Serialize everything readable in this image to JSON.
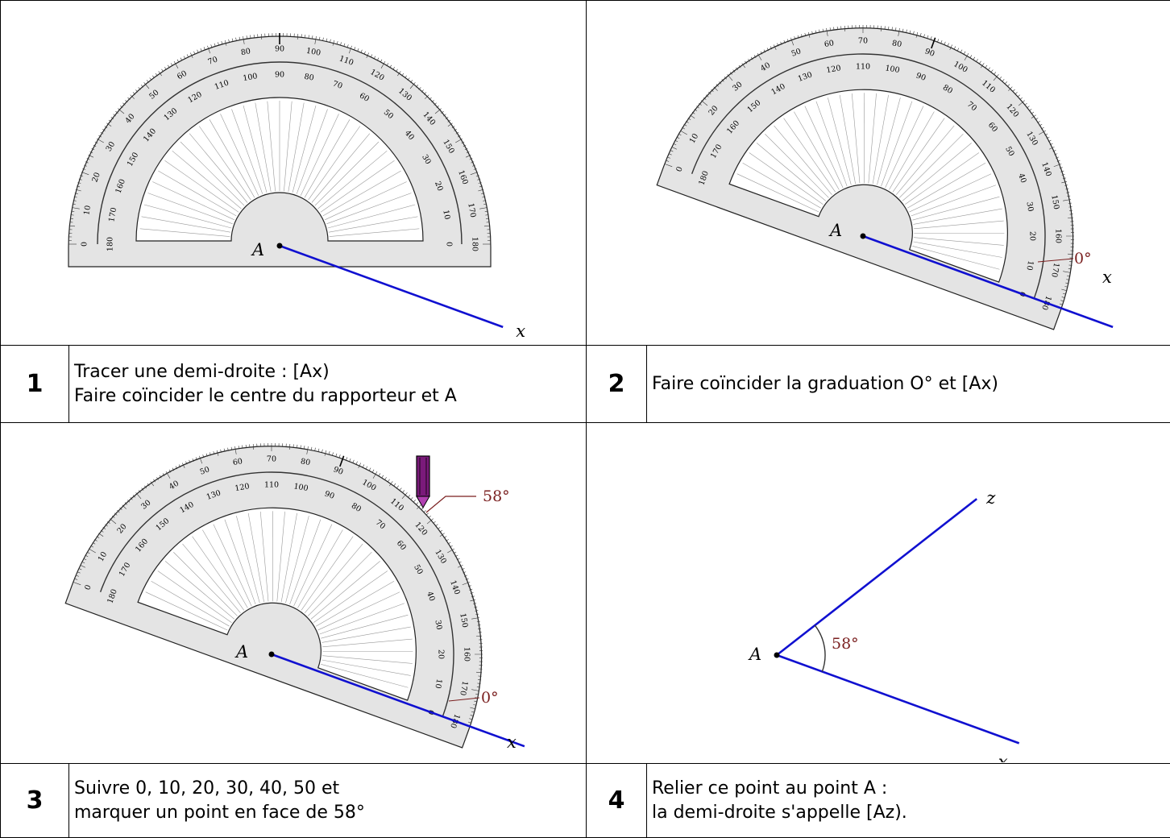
{
  "steps": [
    {
      "number": "1",
      "lines": [
        "Tracer une demi-droite : [Ax)",
        "Faire coïncider le centre du rapporteur et A"
      ]
    },
    {
      "number": "2",
      "lines": [
        "Faire coïncider la graduation O° et [Ax)"
      ]
    },
    {
      "number": "3",
      "lines": [
        "Suivre 0, 10, 20, 30, 40, 50 et",
        "marquer un point en face de 58°"
      ]
    },
    {
      "number": "4",
      "lines": [
        "Relier ce point au point A :",
        "la demi-droite s'appelle [Az)."
      ]
    }
  ],
  "figures": {
    "point_label": "A",
    "ray_x_label": "x",
    "ray_z_label": "z",
    "zero_label": "0°",
    "angle_label": "58°",
    "angle_value_deg": 58,
    "ray_ax_angle_deg": 20,
    "protractor_rotation_deg": 20,
    "scale_values": [
      "0",
      "10",
      "20",
      "30",
      "40",
      "50",
      "60",
      "70",
      "80",
      "90",
      "100",
      "110",
      "120",
      "130",
      "140",
      "150",
      "160",
      "170",
      "180"
    ]
  },
  "colors": {
    "ray": "#1010d0",
    "annotation": "#7a1f1f",
    "protractor_fill": "#e4e4e4",
    "pencil": "#7a1a7a"
  }
}
